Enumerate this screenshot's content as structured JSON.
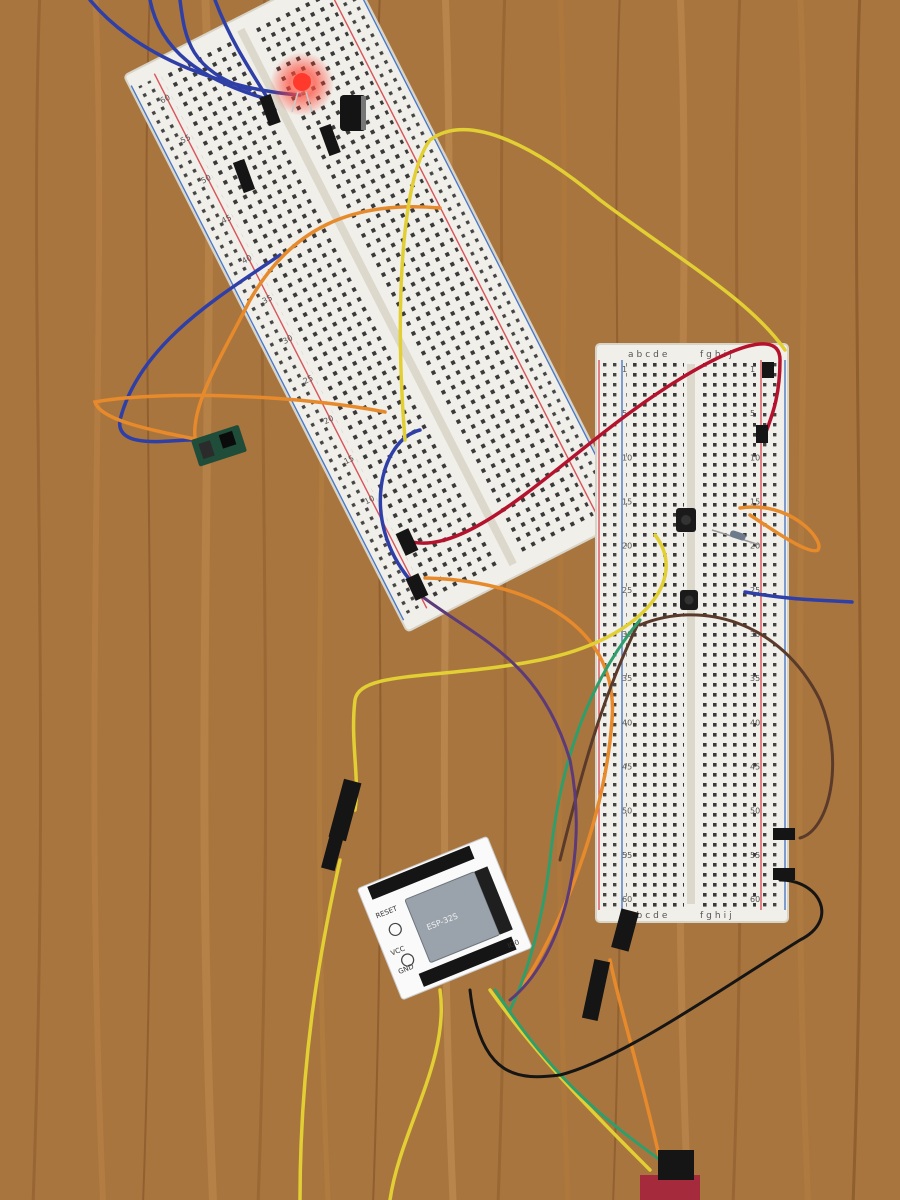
{
  "scene": {
    "colors": {
      "wood_base": "#a9753e",
      "wood_dark": "#7a4e24",
      "wood_light": "#c89256",
      "board": "#f1efe9",
      "hole": "#3a3a3a",
      "rail_red": "#d9535a",
      "rail_blue": "#4a79c6",
      "wire_blue": "#2e3fa8",
      "wire_orange": "#e68a2c",
      "wire_yellow": "#e2cf34",
      "wire_red": "#b5122e",
      "wire_brown": "#5a3a2a",
      "wire_green": "#2f9e6b",
      "wire_purple": "#5c3b78",
      "wire_black": "#151515",
      "led": "#ff3a2c",
      "module_white": "#fafafa",
      "chip_silver": "#9aa3ab",
      "sensor_green": "#1f4d3a"
    },
    "boards": {
      "left": {
        "row_numbers": [
          "60",
          "55",
          "50",
          "45",
          "40",
          "35",
          "30",
          "25",
          "20",
          "15",
          "10",
          "5",
          "1"
        ]
      },
      "right": {
        "row_numbers": [
          "1",
          "5",
          "10",
          "15",
          "20",
          "25",
          "30",
          "35",
          "40",
          "45",
          "50",
          "55",
          "60"
        ],
        "column_letters_top_left": "abcde",
        "column_letters_top_right": "fghij",
        "column_letters_bottom_left": "abcde",
        "column_letters_bottom_right": "fghij"
      }
    },
    "module": {
      "labels": [
        "RESET",
        "VCC",
        "ESP-32S",
        "GND",
        "IO0"
      ]
    }
  }
}
